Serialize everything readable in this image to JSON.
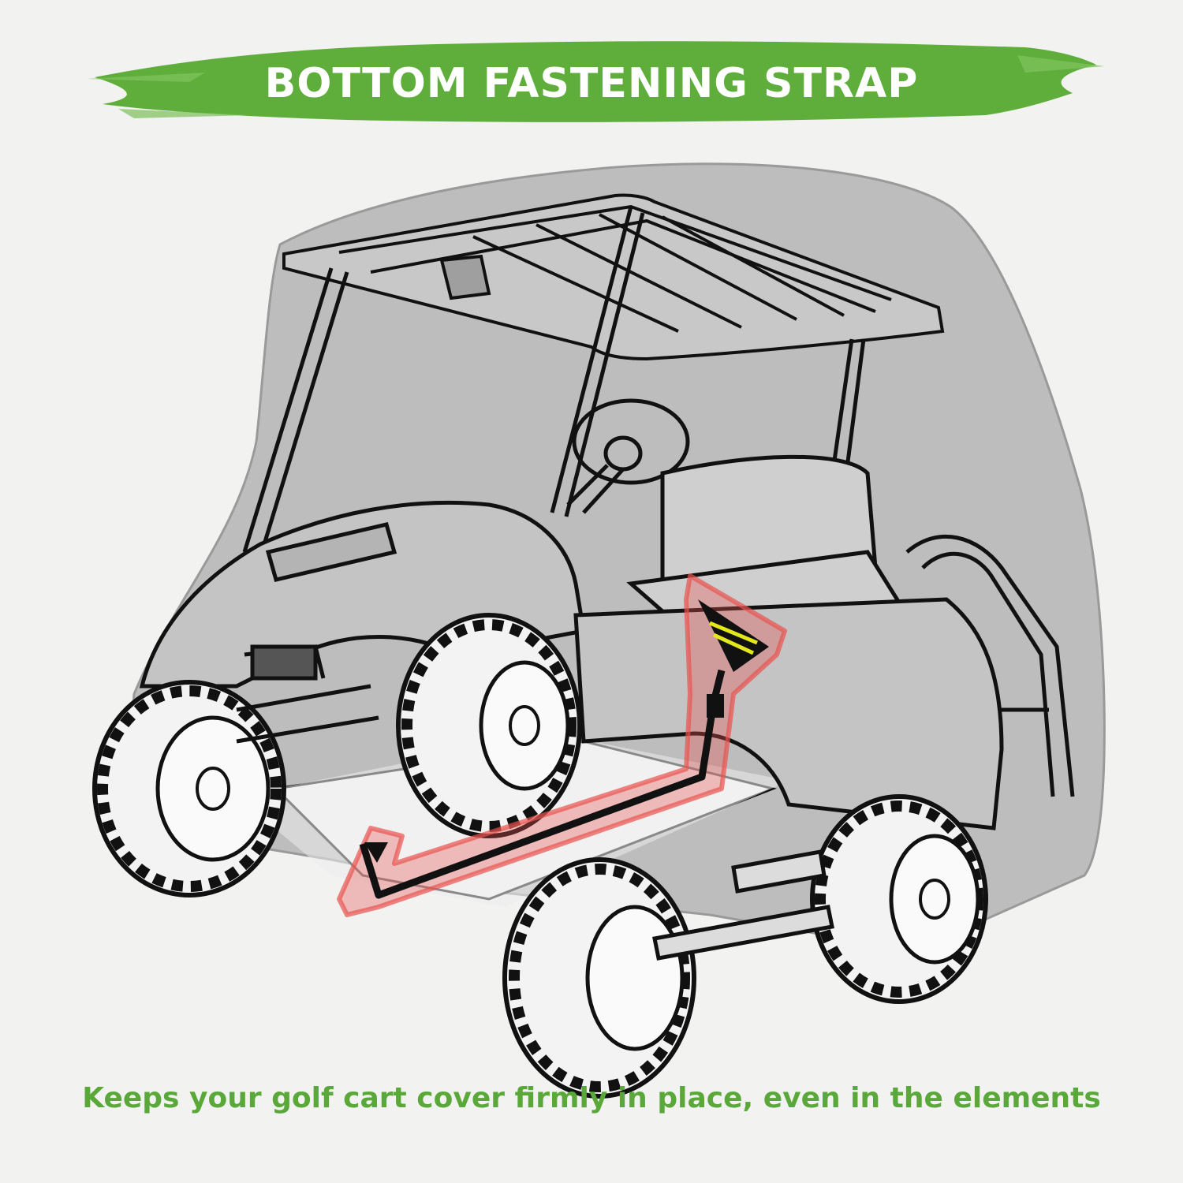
{
  "banner": {
    "title": "BOTTOM FASTENING STRAP",
    "color": "#5aa83a"
  },
  "caption": {
    "text": "Keeps your golf cart cover firmly in place, even in the elements",
    "color": "#5aa83a"
  },
  "colors": {
    "cover": "#bcbcbc",
    "floor": "#f4f4f4",
    "highlight": "#e8524f",
    "strap": "#111111",
    "reflective_stripe": "#e2e81a"
  },
  "illustration": {
    "subject": "golf-cart-with-cover-line-art",
    "strap_icon": "strap-icon"
  }
}
